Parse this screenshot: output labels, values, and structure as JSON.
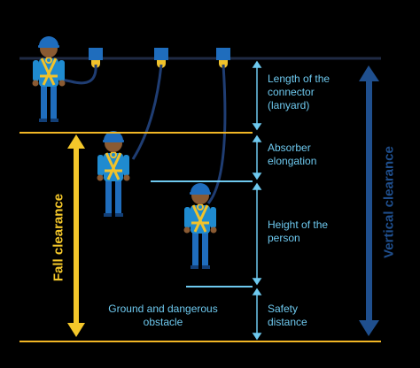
{
  "labels": {
    "connector": "Length of the connector (lanyard)",
    "absorber": "Absorber elongation",
    "height": "Height of the person",
    "safety": "Safety distance",
    "ground": "Ground and dangerous obstacle",
    "fall_clearance": "Fall clearance",
    "vertical_clearance": "Vertical clearance"
  },
  "colors": {
    "background": "#000000",
    "anchor_line": "#1f2a44",
    "ground_line": "#f1b625",
    "fall_clearance": "#f4c72a",
    "vertical_clearance": "#1f4f8e",
    "measure": "#6ec9ef",
    "text": "#6ec9ef"
  },
  "icons": [
    "anchor-icon",
    "worker-icon",
    "double-arrow-icon"
  ]
}
